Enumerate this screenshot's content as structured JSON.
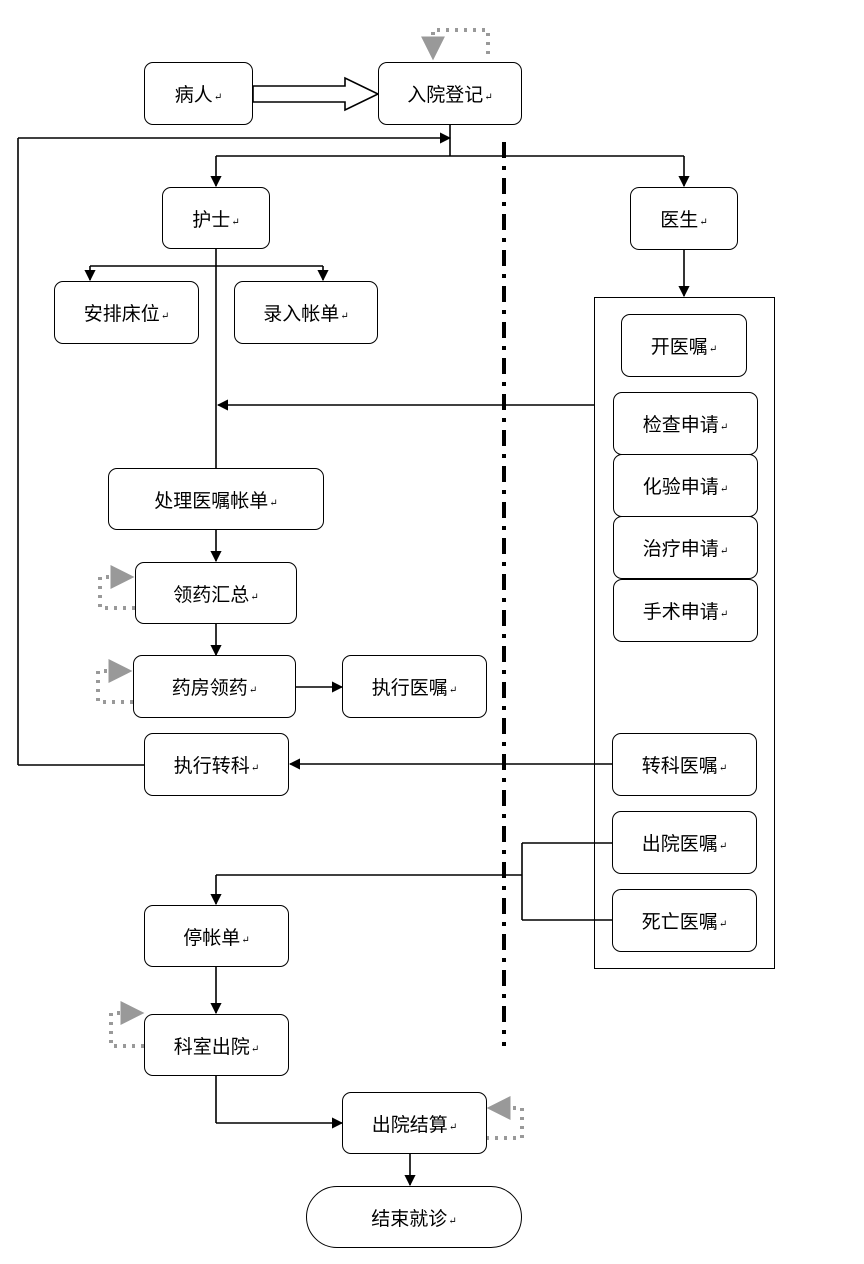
{
  "nodes": {
    "patient": "病人",
    "admission": "入院登记",
    "nurse": "护士",
    "doctor": "医生",
    "arrange_bed": "安排床位",
    "enter_bill": "录入帐单",
    "order": "开医嘱",
    "exam_req": "检查申请",
    "lab_req": "化验申请",
    "treat_req": "治疗申请",
    "surgery_req": "手术申请",
    "process_bill": "处理医嘱帐单",
    "drug_summary": "领药汇总",
    "pharmacy": "药房领药",
    "execute_order": "执行医嘱",
    "execute_transfer": "执行转科",
    "transfer_order": "转科医嘱",
    "discharge_order": "出院医嘱",
    "death_order": "死亡医嘱",
    "stop_bill": "停帐单",
    "dept_discharge": "科室出院",
    "settlement": "出院结算",
    "end_visit": "结束就诊"
  },
  "para_mark": "↵",
  "colors": {
    "line": "#000000",
    "loop": "#999999"
  }
}
